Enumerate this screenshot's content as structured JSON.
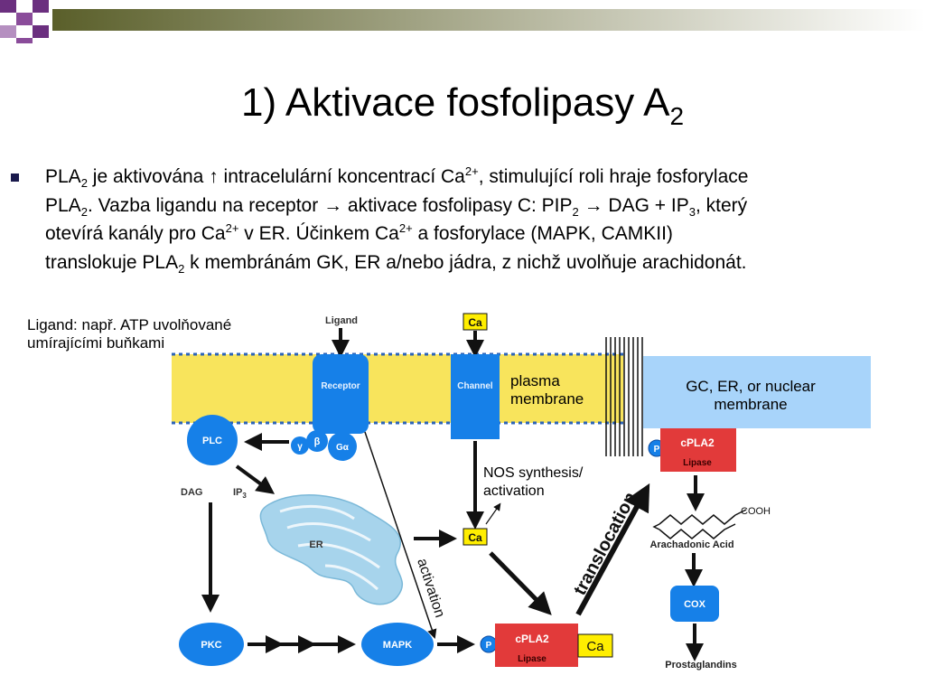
{
  "title": {
    "main": "1) Aktivace fosfolipasy A",
    "sub": "2"
  },
  "paragraph": {
    "s1a": "PLA",
    "s1b": "2",
    "s1c": " je aktivována ",
    "s1arrow": "↑",
    "s1d": " intracelulární koncentrací Ca",
    "s1e": "2+",
    "s1f": ", stimulující roli hraje fosforylace",
    "s2a": "PLA",
    "s2b": "2",
    "s2c": ". Vazba ligandu na receptor → aktivace fosfolipasy C: PIP",
    "s2d": "2",
    "s2e": " → DAG + IP",
    "s2f": "3",
    "s2g": ", který",
    "s3a": "otevírá kanály pro Ca",
    "s3b": "2+",
    "s3c": " v ER. Účinkem Ca",
    "s3d": "2+",
    "s3e": " a fosforylace (MAPK, CAMKII)",
    "s4a": "translokuje PLA",
    "s4b": "2",
    "s4c": " k membránám GK, ER a/nebo jádra, z nichž uvolňuje arachidonát."
  },
  "notes": {
    "ligand": "Ligand: např. ATP uvolňované umírajícími buňkami",
    "plasma_membrane": "plasma membrane",
    "gc_membrane": "GC, ER, or nuclear membrane",
    "nos": "NOS synthesis/ activation",
    "activation": "activation",
    "translocation": "translocation"
  },
  "diagram": {
    "ligand": "Ligand",
    "receptor": "Receptor",
    "channel": "Channel",
    "ca": "Ca",
    "plc": "PLC",
    "gamma": "γ",
    "beta": "β",
    "g_alpha": "Gα",
    "dag": "DAG",
    "ip3": "IP",
    "ip3_sub": "3",
    "er": "ER",
    "pkc": "PKC",
    "mapk": "MAPK",
    "p": "P",
    "cpla2": "cPLA2",
    "lipase": "Lipase",
    "cooh": "COOH",
    "arachidonic_acid": "Arachadonic Acid",
    "cox": "COX",
    "prostaglandins": "Prostaglandins"
  },
  "colors": {
    "membrane": "#f8e45c",
    "blue": "#1680e8",
    "red": "#e23a3a",
    "ca_yellow": "#ffee00",
    "gc_box": "#a8d4fa",
    "deco": "#6b2f7f"
  }
}
